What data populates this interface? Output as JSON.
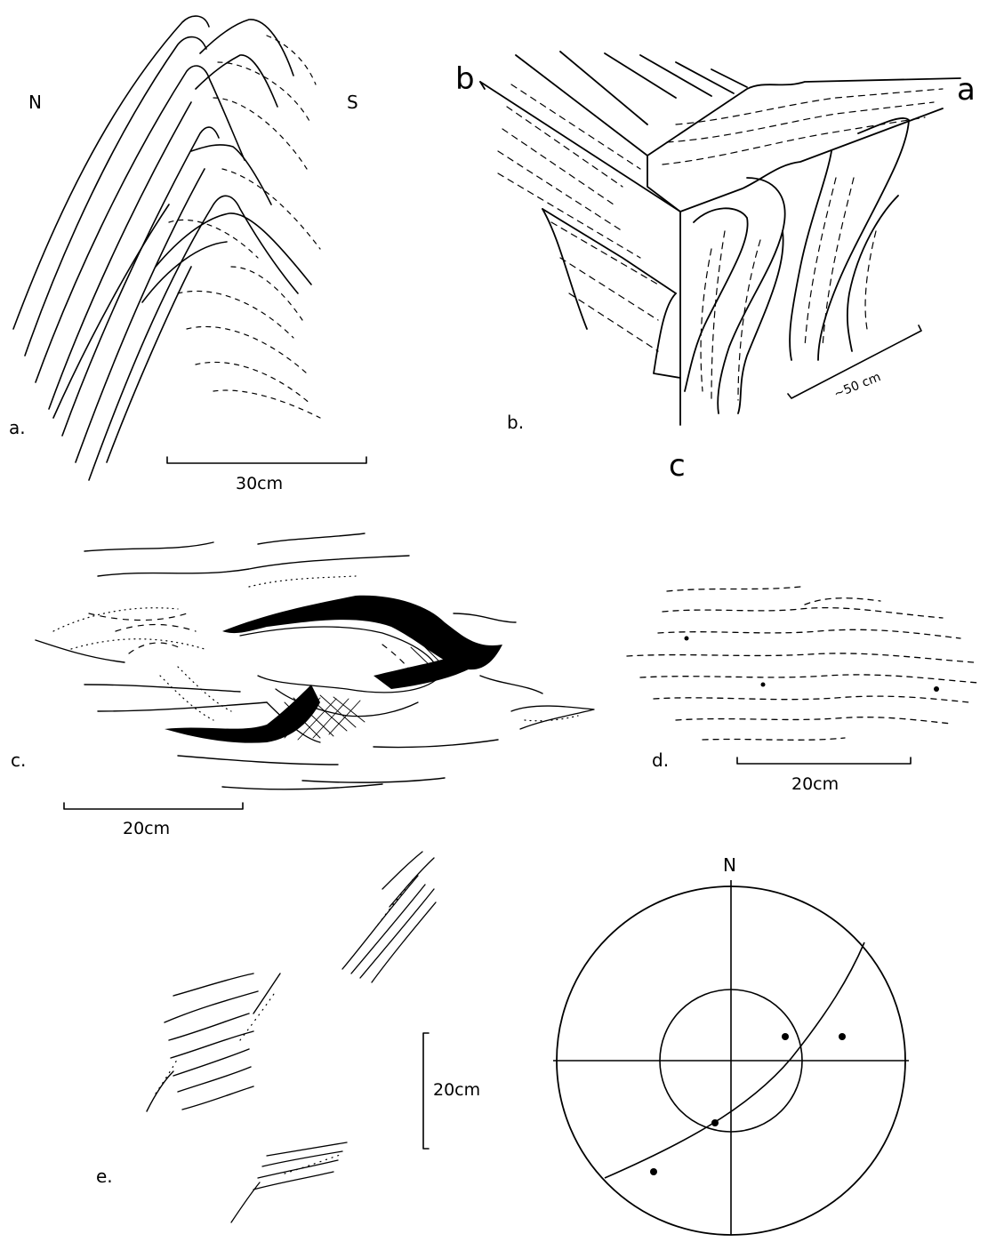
{
  "panel_a": {
    "label": "a.",
    "north": "N",
    "south": "S",
    "scale": "30cm"
  },
  "panel_b": {
    "label": "b.",
    "axis_a": "a",
    "axis_b": "b",
    "axis_c": "c",
    "scale": "~50 cm"
  },
  "panel_c": {
    "label": "c.",
    "scale": "20cm"
  },
  "panel_d": {
    "label": "d.",
    "scale": "20cm"
  },
  "panel_e": {
    "label": "e.",
    "scale": "20cm"
  },
  "stereonet": {
    "north": "N"
  }
}
